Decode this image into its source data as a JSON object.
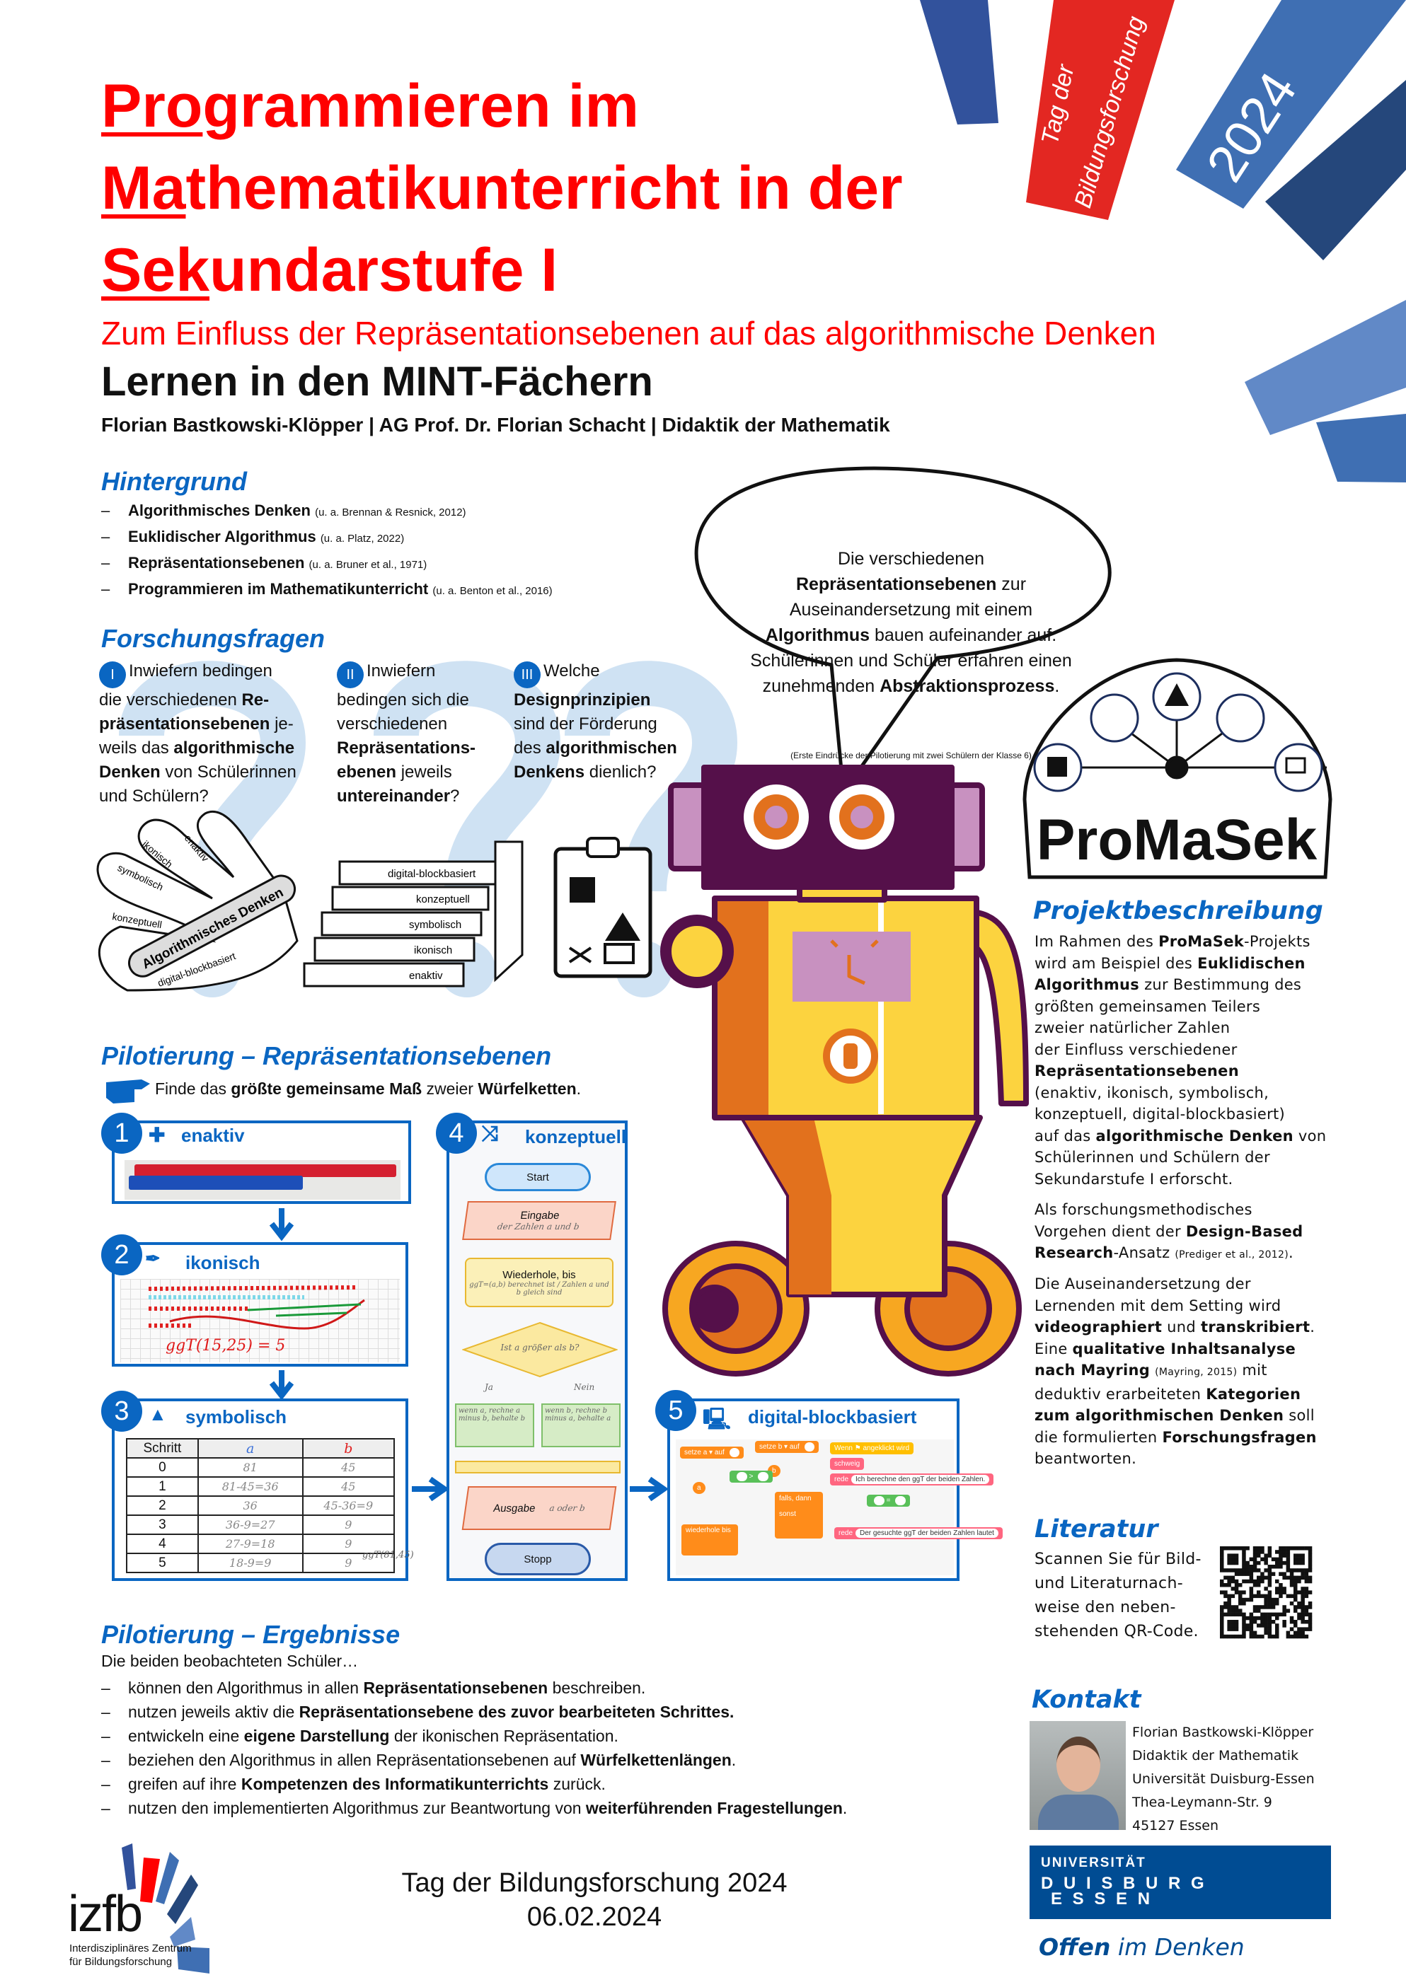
{
  "banner": {
    "event_line1": "Tag der",
    "event_line2": "Bildungsforschung",
    "year": "2024"
  },
  "header": {
    "title_lines": [
      {
        "u": "Pro",
        "rest": "grammieren im"
      },
      {
        "u": "Ma",
        "rest": "thematikunterricht in der"
      },
      {
        "u": "Sek",
        "rest": "undarstufe I"
      }
    ],
    "subtitle": "Zum Einfluss der Repräsentationsebenen auf das algorithmische Denken",
    "program": "Lernen in den MINT-Fächern",
    "authors": "Florian Bastkowski-Klöpper | AG Prof. Dr. Florian Schacht | Didaktik der Mathematik"
  },
  "hintergrund": {
    "heading": "Hintergrund",
    "dash": "–",
    "items": [
      {
        "text": "Algorithmisches Denken",
        "cite": "(u. a. Brennan & Resnick, 2012)"
      },
      {
        "text": "Euklidischer Algorithmus",
        "cite": "(u. a. Platz, 2022)"
      },
      {
        "text": "Repräsentationsebenen",
        "cite": "(u. a. Bruner et al., 1971)"
      },
      {
        "text": "Programmieren im Mathematikunterricht",
        "cite": "(u. a. Benton et al., 2016)"
      }
    ]
  },
  "forschungsfragen": {
    "heading": "Forschungsfragen",
    "questions": [
      {
        "num": "I",
        "text": "Inwiefern bedingen\ndie verschiedenen **Re-\npräsentationsebenen** je-\nweils das **algorithmische\nDenken** von Schülerinnen\nund Schülern?"
      },
      {
        "num": "II",
        "text": "Inwiefern\nbedingen sich die\nverschiedenen\n**Repräsentations-\nebenen** jeweils\n**untereinander**?"
      },
      {
        "num": "III",
        "text": "Welche\n**Designprinzipien**\nsind der Förderung\ndes **algorithmischen\nDenkens** dienlich?"
      }
    ]
  },
  "illustrations": {
    "hand_labels": [
      "enaktiv",
      "ikonisch",
      "symbolisch",
      "konzeptuell",
      "digital-blockbasiert"
    ],
    "hand_bar": "Algorithmisches Denken",
    "stairs": [
      "digital-blockbasiert",
      "konzeptuell",
      "symbolisch",
      "ikonisch",
      "enaktiv"
    ]
  },
  "bubble": {
    "text": "Die verschiedenen\n**Repräsentationsebenen** zur\nAuseinandersetzung mit einem\n**Algorithmus** bauen aufeinander auf.\nSchülerinnen und Schüler erfahren einen\nzunehmenden **Abstraktionsprozess**.",
    "note": "(Erste Eindrücke der Pilotierung mit zwei Schülern der Klasse 6)"
  },
  "promasek": {
    "name": "ProMaSek"
  },
  "pilot": {
    "heading": "Pilotierung – Repräsentationsebenen",
    "task": "Finde das **größte gemeinsame Maß** zweier **Würfelketten**.",
    "steps": [
      {
        "num": "1",
        "label": "enaktiv"
      },
      {
        "num": "2",
        "label": "ikonisch",
        "note": "ggT(15,25) = 5"
      },
      {
        "num": "3",
        "label": "symbolisch"
      },
      {
        "num": "4",
        "label": "konzeptuell"
      },
      {
        "num": "5",
        "label": "digital-blockbasiert"
      }
    ],
    "table": {
      "headers": [
        "Schritt",
        "a",
        "b"
      ],
      "rows": [
        [
          "0",
          "81",
          "45"
        ],
        [
          "1",
          "81-45=36",
          "45"
        ],
        [
          "2",
          "36",
          "45-36=9"
        ],
        [
          "3",
          "36-9=27",
          "9"
        ],
        [
          "4",
          "27-9=18",
          "9"
        ],
        [
          "5",
          "18-9=9",
          "9"
        ]
      ],
      "side_note": "ggT(81,45)"
    },
    "flow": {
      "start": "Start",
      "input": "Eingabe",
      "input_hw": "der Zahlen a und b",
      "loop": "Wiederhole, bis",
      "loop_hw": "ggT=(a,b) berechnet ist / Zahlen a und b gleich sind",
      "cond_hw": "Ist a größer als b?",
      "yes": "Ja",
      "no": "Nein",
      "left_hw": "wenn a, rechne a minus b, behalte b",
      "right_hw": "wenn b, rechne b minus a, behalte a",
      "output": "Ausgabe",
      "output_hw": "a oder b",
      "stop": "Stopp"
    },
    "blocks": {
      "set_a": "setze",
      "var_a": "a ▾",
      "to": "auf",
      "set_b": "setze",
      "var_b": "b ▾",
      "to_b": "auf",
      "when": "Wenn ⚑ angeklickt wird",
      "silent": "schweig",
      "say": "rede",
      "say1": "Ich berechne den ggT der beiden Zahlen.",
      "a": "a",
      "b": "b",
      "gt": ">",
      "eq": "=",
      "if": "falls",
      "then": ", dann",
      "else": "sonst",
      "repeat": "wiederhole bis",
      "say2_label": "rede",
      "say2": "Der gesuchte ggT der beiden Zahlen lautet"
    }
  },
  "results": {
    "heading": "Pilotierung – Ergebnisse",
    "intro": "Die beiden beobachteten Schüler…",
    "dash": "–",
    "items": [
      "können den Algorithmus in allen **Repräsentationsebenen** beschreiben.",
      "nutzen jeweils aktiv die **Repräsentationsebene des zuvor bearbeiteten Schrittes.**",
      "entwickeln eine **eigene Darstellung** der ikonischen Repräsentation.",
      "beziehen den Algorithmus in allen Repräsentationsebenen auf **Würfelkettenlängen**.",
      "greifen auf ihre **Kompetenzen des Informatikunterrichts** zurück.",
      "nutzen den implementierten Algorithmus zur Beantwortung von **weiterführenden Fragestellungen**."
    ]
  },
  "projekt": {
    "heading": "Projektbeschreibung",
    "p1": "Im Rahmen des **ProMaSek**-Projekts\nwird am Beispiel des **Euklidischen\nAlgorithmus** zur Bestimmung des\ngrößten gemeinsamen Teilers\nzweier natürlicher Zahlen\nder Einfluss verschiedener\n**Repräsentationsebenen**\n(enaktiv, ikonisch, symbolisch,\nkonzeptuell, digital-blockbasiert)\nauf das **algorithmische Denken** von\nSchülerinnen und Schülern der\nSekundarstufe I erforscht.",
    "p2": "Als forschungsmethodisches\nVorgehen dient der **Design-Based\nResearch**-Ansatz __(Prediger et al., 2012)__.",
    "p3": "Die Auseinandersetzung der\nLernenden mit dem Setting wird\n**videographiert** und **transkribiert**.\nEine **qualitative Inhaltsanalyse\nnach Mayring** __(Mayring, 2015)__ mit\ndeduktiv erarbeiteten **Kategorien\nzum algorithmischen Denken** soll\ndie formulierten **Forschungsfragen**\nbeantworten."
  },
  "literatur": {
    "heading": "Literatur",
    "text": "Scannen Sie für Bild-\nund Literaturnach-\nweise den neben-\nstehenden QR-Code."
  },
  "kontakt": {
    "heading": "Kontakt",
    "lines": [
      "Florian Bastkowski-Klöpper",
      "Didaktik der Mathematik",
      "Universität Duisburg-Essen",
      "Thea-Leymann-Str. 9",
      "45127 Essen"
    ]
  },
  "ude": {
    "line1": "UNIVERSITÄT",
    "line2": "D U I S B U R G",
    "line3": "E S S E N",
    "slogan_bold": "Offen",
    "slogan_rest": " im Denken"
  },
  "izfb": {
    "logo": "izfb",
    "line1": "Interdisziplinäres Zentrum",
    "line2": "für Bildungsforschung"
  },
  "footer": {
    "event": "Tag der Bildungsforschung 2024",
    "date": "06.02.2024"
  },
  "colors": {
    "red": "#ff0000",
    "blue": "#0a66c2",
    "robot_purple": "#55104a",
    "robot_yellow": "#fcd33f",
    "robot_orange": "#e2711d"
  }
}
